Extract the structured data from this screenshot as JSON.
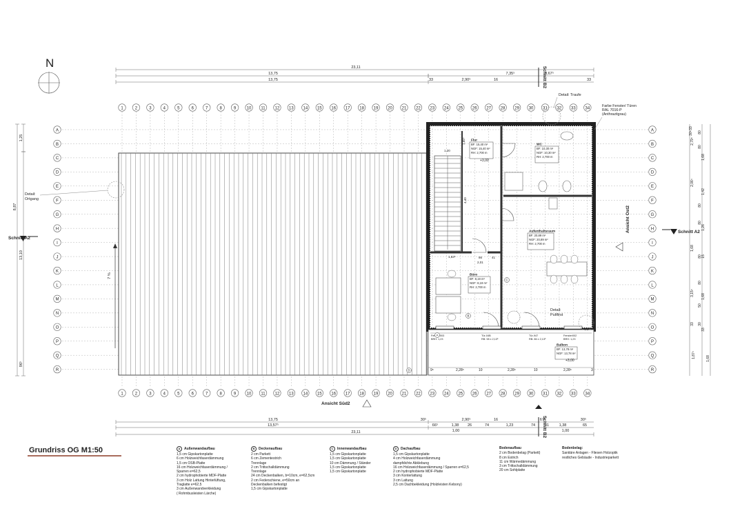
{
  "north_label": "N",
  "grid_columns": [
    "1",
    "2",
    "3",
    "4",
    "5",
    "6",
    "7",
    "8",
    "9",
    "10",
    "11",
    "12",
    "13",
    "14",
    "15",
    "16",
    "17",
    "18",
    "19",
    "20",
    "21",
    "22",
    "23",
    "24",
    "25",
    "26",
    "27",
    "28",
    "29",
    "30",
    "31",
    "32",
    "33",
    "34"
  ],
  "grid_rows": [
    "A",
    "B",
    "C",
    "D",
    "E",
    "F",
    "G",
    "H",
    "I",
    "J",
    "K",
    "L",
    "M",
    "N",
    "O",
    "P",
    "Q",
    "R"
  ],
  "dims_top": {
    "overall": "23,11",
    "second_left": "13,75",
    "second_right": "7,35⁵",
    "second_end": "3,67⁵",
    "third_left": "13,75",
    "third": [
      "33",
      "2,90⁵",
      "16",
      "33"
    ]
  },
  "dims_bottom": {
    "first_left": "13,75",
    "first": [
      "30⁵",
      "2,90⁵",
      "16",
      "67⁵",
      "30⁵"
    ],
    "second_left": "13,57⁵",
    "second": [
      "66⁵",
      "1,38",
      "26",
      "74",
      "1,23",
      "74",
      "31",
      "1,38",
      "65"
    ],
    "third_right": "1,00",
    "overall": "23,11"
  },
  "dims_left": [
    "1,25",
    "13,10",
    "8,87",
    "96⁵"
  ],
  "dims_right": [
    "33",
    "30⁵",
    "2,79⁵",
    "2,06⁵",
    "1,68",
    "1,42",
    "1,26",
    "15",
    "1,68",
    "3,15⁵",
    "1,68",
    "33",
    "33",
    "1,87⁵",
    "80",
    "80",
    "80",
    "80",
    "80",
    "80",
    "50",
    "30",
    "1,68"
  ],
  "section_labels": {
    "top": "Schnitt B2",
    "bottom": "Schnitt B2",
    "left": "Schnitt A2",
    "right": "Schnitt A2",
    "ansicht_sued": "Ansicht Süd2",
    "ansicht_ost": "Ansicht Ost2"
  },
  "annotations": {
    "detail_traufe": "Detail: Traufe",
    "detail_ortgang_1": "Detail:",
    "detail_ortgang_2": "Ortgang",
    "detail_pultfirst_1": "Detail:",
    "detail_pultfirst_2": "Pultfirst",
    "farbe_1": "Farbe Fenster/ Türen",
    "farbe_2": "RAL 7016-P",
    "farbe_3": "(Anthrazitgrau)",
    "slope": "7 %",
    "level_flur": "+3,00",
    "level_balkon": "+3,00",
    "dim_120": "1,20",
    "dim_165": "1,65⁵",
    "dim_163": "1,63⁵",
    "dim_86": "86",
    "dim_201": "2,01",
    "dim_41": "41",
    "dim_440": "4,40",
    "wall_a": "A",
    "wall_b": "B",
    "wall_c": "C",
    "wall_d": "D",
    "balcony_dims": [
      "9⁵",
      "2,28⁵",
      "10",
      "2,28⁵",
      "10",
      "2,28⁵",
      "3"
    ]
  },
  "rooms": {
    "flur": {
      "name": "Flur",
      "bf": "BF:  15,40 m²",
      "ngf": "NGF: 15,40 m²",
      "rh": "RH:  2,700 m"
    },
    "wc": {
      "name": "WC",
      "bf": "BF:  10,30 m²",
      "ngf": "NGF: 10,30 m²",
      "rh": "RH:  2,700 m"
    },
    "aufenthalt": {
      "name": "Aufenthaltsraum",
      "bf": "BF:  20,89 m²",
      "ngf": "NGF: 20,89 m²",
      "rh": "RH:  2,700 m"
    },
    "buero": {
      "name": "Büro",
      "bf": "BF:  8,19 m²",
      "ngf": "NGF: 8,19 m²",
      "rh": "RH:  2,700 m"
    },
    "balkon": {
      "name": "Balkon",
      "bf": "BF:  13,78 m²",
      "ngf": "NGF: 13,78 m²"
    }
  },
  "windows": [
    {
      "l1": "Fenster003",
      "l2": "BRH: 1,23"
    },
    {
      "l1": "Tür-04B",
      "l2": "RB: 98 x 2,13⁵"
    },
    {
      "l1": "Tür-947",
      "l2": "RB: 86 x 2,13⁵"
    },
    {
      "l1": "Fenster002",
      "l2": "BRH: 1,23"
    }
  ],
  "title": "Grundriss OG M1:50",
  "legend": [
    {
      "marker": "A",
      "title": "Außenwandaufbau",
      "lines": [
        "1,5 cm  Gipskartonplatte",
        "6 cm    Holzweichfaserdämmung",
        "1,5 cm OSB-Platte",
        "16 cm  Holzweichfaserdämmung /",
        "          Sparren e=62,5",
        "2 cm    hydrophobierte MDF-Platte",
        "3 cm    Holz Lattung Hinterlüftung,",
        "          Traglatte e=62,5",
        "3 cm    Außenwandverkleidung",
        "          ( Rohmbusleisten Lärche)"
      ]
    },
    {
      "marker": "B",
      "title": "Deckenaufbau",
      "lines": [
        "2 cm    Parkett",
        "6 cm    Zementestrich",
        "           Trennlage",
        "2 cm    Trittschalldämmung",
        "           Trennlage",
        "24 cm  Deckenbalken, b=10cm, e=62,5cm",
        "2 cm Federschiene, e=50cm an",
        "Deckenbalken befestigt",
        "1,5 cm Gipskartonplatte"
      ]
    },
    {
      "marker": "C",
      "title": "Innenwandaufbau",
      "lines": [
        "1,5 cm Gipskartonplatte",
        "1,5 cm Gipskartonplatte",
        "10 cm  Dämmung / Ständer",
        "1,5 cm Gipskartonplatte",
        "1,5 cm Gipskartonplatte"
      ]
    },
    {
      "marker": "D",
      "title": "Dachaufbau",
      "lines": [
        "1,5 cm Gipskartonplatte",
        "4 cm    Holzweichfaserdämmung",
        "           dampfdichte Abklebung",
        "16 cm  Holzweichfaserdämmung / Sparren e=62,5",
        "2 cm    hydrophobierte MDF-Platte",
        "3 cm    Konterlattung",
        "3 cm    Lattung",
        "2,5 cm Dachbekleidung (Holzleisten Kebony)"
      ]
    },
    {
      "marker": "",
      "title": "Bodenaufbau",
      "lines": [
        "2 cm Bodenbelag (Parkett)",
        "8 cm Estrich",
        "11 cm Wärmedämmung",
        "3 cm Trittschalldämmung",
        "20 cm Sohlplatte"
      ]
    },
    {
      "marker": "",
      "title": "Bodenbelag:",
      "lines": [
        "Sanitäre Anlagen - Fliesen Holzoptik",
        "restliches Gebäude - Industrieparkett"
      ]
    }
  ]
}
